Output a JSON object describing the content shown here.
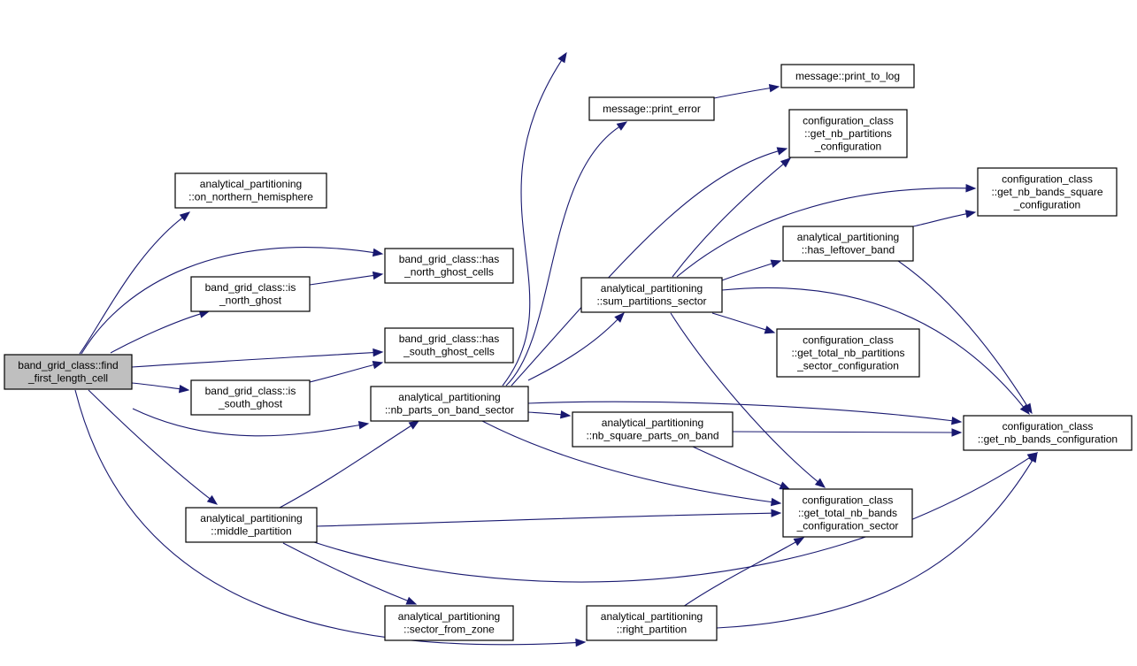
{
  "diagram": {
    "type": "call-graph",
    "edge_color": "#191970",
    "root_fill": "#bfbfbf",
    "node_fill": "#ffffff",
    "nodes": [
      {
        "id": "find_first_length_cell",
        "lines": [
          "band_grid_class::find",
          "_first_length_cell"
        ],
        "root": true
      },
      {
        "id": "on_northern_hemisphere",
        "lines": [
          "analytical_partitioning",
          "::on_northern_hemisphere"
        ]
      },
      {
        "id": "has_north_ghost_cells",
        "lines": [
          "band_grid_class::has",
          "_north_ghost_cells"
        ]
      },
      {
        "id": "is_north_ghost",
        "lines": [
          "band_grid_class::is",
          "_north_ghost"
        ]
      },
      {
        "id": "has_south_ghost_cells",
        "lines": [
          "band_grid_class::has",
          "_south_ghost_cells"
        ]
      },
      {
        "id": "is_south_ghost",
        "lines": [
          "band_grid_class::is",
          "_south_ghost"
        ]
      },
      {
        "id": "nb_parts_on_band_sector",
        "lines": [
          "analytical_partitioning",
          "::nb_parts_on_band_sector"
        ]
      },
      {
        "id": "middle_partition",
        "lines": [
          "analytical_partitioning",
          "::middle_partition"
        ]
      },
      {
        "id": "sector_from_zone",
        "lines": [
          "analytical_partitioning",
          "::sector_from_zone"
        ]
      },
      {
        "id": "right_partition",
        "lines": [
          "analytical_partitioning",
          "::right_partition"
        ]
      },
      {
        "id": "print_error",
        "lines": [
          "message::print_error"
        ]
      },
      {
        "id": "print_to_log",
        "lines": [
          "message::print_to_log"
        ]
      },
      {
        "id": "sum_partitions_sector",
        "lines": [
          "analytical_partitioning",
          "::sum_partitions_sector"
        ]
      },
      {
        "id": "nb_square_parts_on_band",
        "lines": [
          "analytical_partitioning",
          "::nb_square_parts_on_band"
        ]
      },
      {
        "id": "get_nb_partitions_configuration",
        "lines": [
          "configuration_class",
          "::get_nb_partitions",
          "_configuration"
        ]
      },
      {
        "id": "has_leftover_band",
        "lines": [
          "analytical_partitioning",
          "::has_leftover_band"
        ]
      },
      {
        "id": "get_total_nb_partitions_sector_configuration",
        "lines": [
          "configuration_class",
          "::get_total_nb_partitions",
          "_sector_configuration"
        ]
      },
      {
        "id": "get_total_nb_bands_configuration_sector",
        "lines": [
          "configuration_class",
          "::get_total_nb_bands",
          "_configuration_sector"
        ]
      },
      {
        "id": "get_nb_bands_square_configuration",
        "lines": [
          "configuration_class",
          "::get_nb_bands_square",
          "_configuration"
        ]
      },
      {
        "id": "get_nb_bands_configuration",
        "lines": [
          "configuration_class",
          "::get_nb_bands_configuration"
        ]
      }
    ],
    "edges": [
      [
        "find_first_length_cell",
        "on_northern_hemisphere"
      ],
      [
        "find_first_length_cell",
        "has_north_ghost_cells"
      ],
      [
        "find_first_length_cell",
        "is_north_ghost"
      ],
      [
        "find_first_length_cell",
        "has_south_ghost_cells"
      ],
      [
        "find_first_length_cell",
        "is_south_ghost"
      ],
      [
        "find_first_length_cell",
        "nb_parts_on_band_sector"
      ],
      [
        "find_first_length_cell",
        "middle_partition"
      ],
      [
        "find_first_length_cell",
        "right_partition"
      ],
      [
        "is_north_ghost",
        "has_north_ghost_cells"
      ],
      [
        "is_south_ghost",
        "has_south_ghost_cells"
      ],
      [
        "nb_parts_on_band_sector",
        "print_error"
      ],
      [
        "nb_parts_on_band_sector",
        "get_nb_bands_square_configuration"
      ],
      [
        "nb_parts_on_band_sector",
        "get_nb_partitions_configuration"
      ],
      [
        "nb_parts_on_band_sector",
        "sum_partitions_sector"
      ],
      [
        "nb_parts_on_band_sector",
        "nb_square_parts_on_band"
      ],
      [
        "nb_parts_on_band_sector",
        "get_nb_bands_configuration"
      ],
      [
        "nb_parts_on_band_sector",
        "get_total_nb_bands_configuration_sector"
      ],
      [
        "print_error",
        "print_to_log"
      ],
      [
        "sum_partitions_sector",
        "get_nb_partitions_configuration"
      ],
      [
        "sum_partitions_sector",
        "get_nb_bands_square_configuration"
      ],
      [
        "sum_partitions_sector",
        "has_leftover_band"
      ],
      [
        "sum_partitions_sector",
        "get_total_nb_partitions_sector_configuration"
      ],
      [
        "sum_partitions_sector",
        "get_nb_bands_configuration"
      ],
      [
        "sum_partitions_sector",
        "get_total_nb_bands_configuration_sector"
      ],
      [
        "has_leftover_band",
        "get_nb_bands_square_configuration"
      ],
      [
        "has_leftover_band",
        "get_nb_bands_configuration"
      ],
      [
        "nb_square_parts_on_band",
        "get_nb_bands_configuration"
      ],
      [
        "nb_square_parts_on_band",
        "get_total_nb_bands_configuration_sector"
      ],
      [
        "middle_partition",
        "nb_parts_on_band_sector"
      ],
      [
        "middle_partition",
        "get_total_nb_bands_configuration_sector"
      ],
      [
        "middle_partition",
        "get_nb_bands_configuration"
      ],
      [
        "middle_partition",
        "sector_from_zone"
      ],
      [
        "right_partition",
        "get_total_nb_bands_configuration_sector"
      ],
      [
        "right_partition",
        "get_nb_bands_configuration"
      ]
    ]
  }
}
